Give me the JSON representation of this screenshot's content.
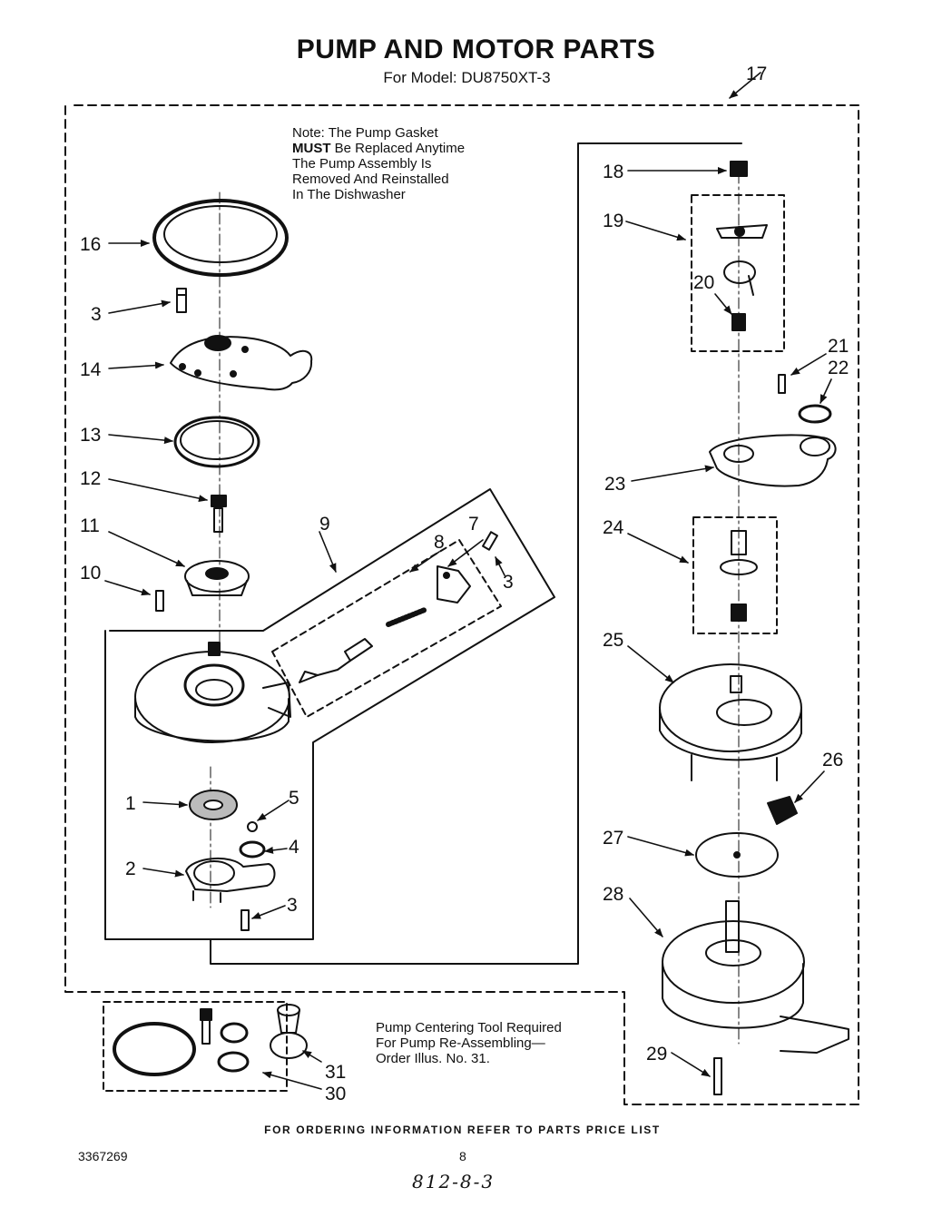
{
  "header": {
    "title": "PUMP AND MOTOR PARTS",
    "subtitle": "For Model: DU8750XT-3"
  },
  "note": {
    "line1": "Note: The Pump Gasket",
    "line2_bold": "MUST",
    "line2_rest": " Be Replaced Anytime",
    "line3": "The Pump Assembly Is",
    "line4": "Removed And Reinstalled",
    "line5": "In The Dishwasher"
  },
  "tool_note": {
    "line1": "Pump Centering Tool Required",
    "line2": "For Pump Re-Assembling—",
    "line3": "Order Illus. No. 31."
  },
  "callouts": {
    "c1": "1",
    "c2": "2",
    "c3a": "3",
    "c3b": "3",
    "c3c": "3",
    "c4": "4",
    "c5": "5",
    "c7": "7",
    "c8": "8",
    "c9": "9",
    "c10": "10",
    "c11": "11",
    "c12": "12",
    "c13": "13",
    "c14": "14",
    "c16": "16",
    "c17": "17",
    "c18": "18",
    "c19": "19",
    "c20": "20",
    "c21": "21",
    "c22": "22",
    "c23": "23",
    "c24": "24",
    "c25": "25",
    "c26": "26",
    "c27": "27",
    "c28": "28",
    "c29": "29",
    "c30": "30",
    "c31": "31"
  },
  "footer": {
    "ordering": "FOR ORDERING INFORMATION REFER TO PARTS PRICE LIST",
    "part_number": "3367269",
    "page": "8",
    "handwritten": "812-8-3"
  }
}
